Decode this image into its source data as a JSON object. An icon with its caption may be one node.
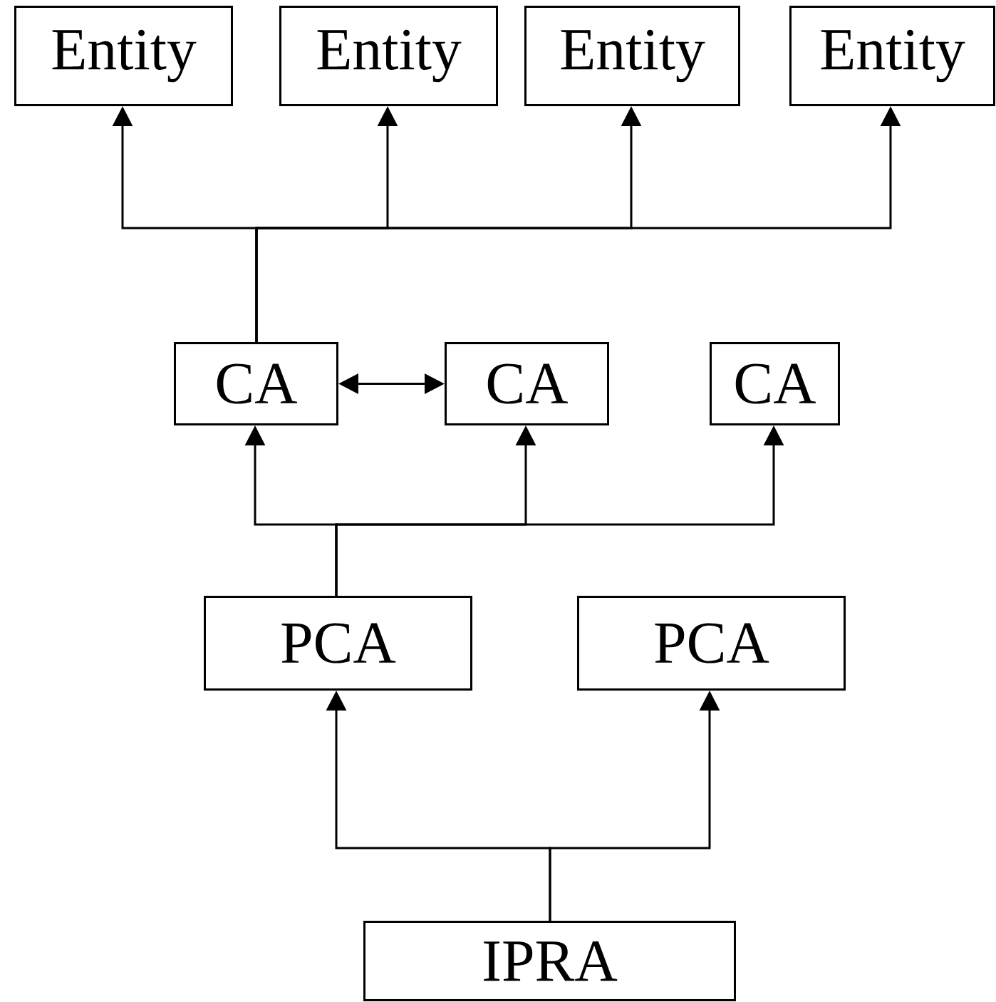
{
  "diagram": {
    "nodes": [
      {
        "text": [
          "Entity"
        ]
      },
      {
        "text": [
          "Entity"
        ]
      },
      {
        "text": [
          "Entity"
        ]
      },
      {
        "text": [
          "Entity"
        ]
      },
      {
        "text": [
          "CA"
        ]
      },
      {
        "text": [
          "CA"
        ]
      },
      {
        "text": [
          "CA"
        ]
      },
      {
        "text": [
          "PCA"
        ]
      },
      {
        "text": [
          "PCA"
        ]
      },
      {
        "text": [
          "IPRA"
        ]
      }
    ],
    "edges": [
      {
        "from": 4,
        "to": 0,
        "arrow": "to"
      },
      {
        "from": 4,
        "to": 1,
        "arrow": "to"
      },
      {
        "from": 4,
        "to": 2,
        "arrow": "to"
      },
      {
        "from": 4,
        "to": 3,
        "arrow": "to"
      },
      {
        "from": 4,
        "to": 5,
        "arrow": "both"
      },
      {
        "from": 7,
        "to": 4,
        "arrow": "to"
      },
      {
        "from": 7,
        "to": 5,
        "arrow": "to"
      },
      {
        "from": 7,
        "to": 6,
        "arrow": "to"
      },
      {
        "from": 9,
        "to": 7,
        "arrow": "to"
      },
      {
        "from": 9,
        "to": 8,
        "arrow": "to"
      }
    ]
  }
}
